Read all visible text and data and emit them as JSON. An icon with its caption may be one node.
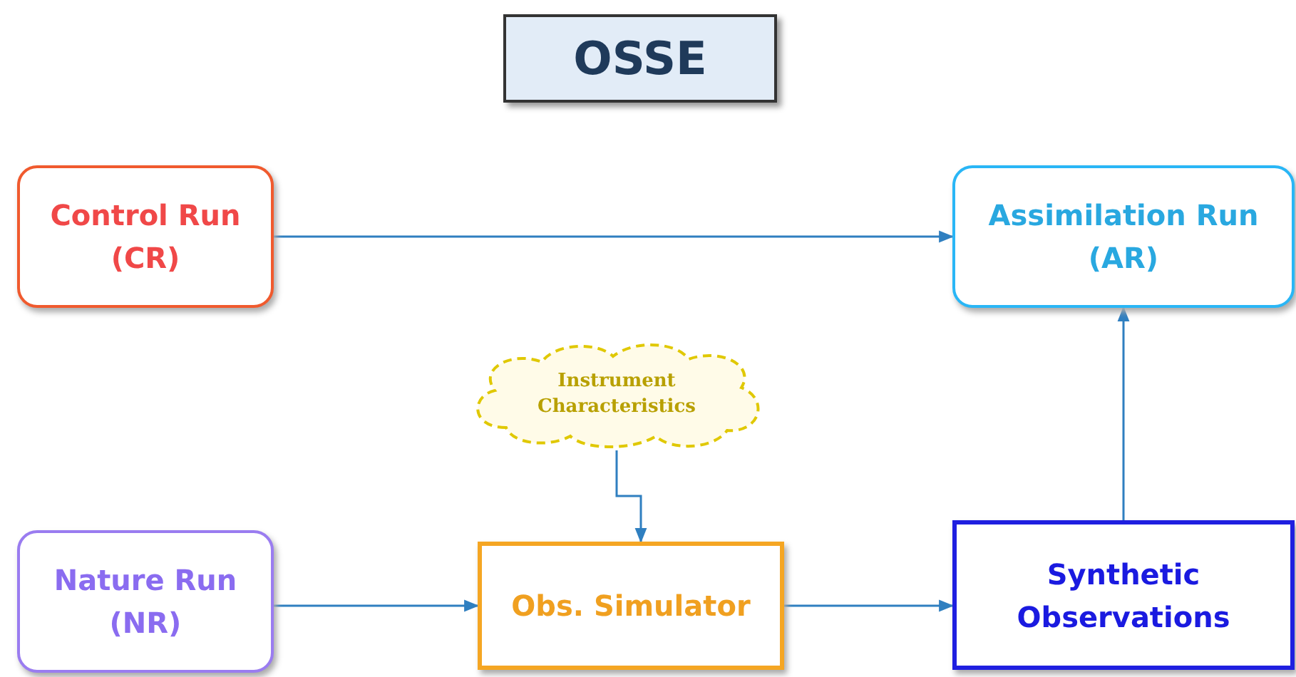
{
  "diagram": {
    "title": "OSSE",
    "nodes": [
      {
        "text": [
          "Control Run (CR)"
        ]
      },
      {
        "text": [
          "Assimilation Run (AR)"
        ]
      },
      {
        "text": [
          "Instrument Characteristics"
        ]
      },
      {
        "text": [
          "Nature Run (NR)"
        ]
      },
      {
        "text": [
          "Obs. Simulator"
        ]
      },
      {
        "text": [
          "Synthetic Observations"
        ]
      }
    ],
    "edges": [
      {
        "from": 0,
        "to": 1,
        "arrow": "to"
      },
      {
        "from": 2,
        "to": 4,
        "arrow": "to"
      },
      {
        "from": 3,
        "to": 4,
        "arrow": "to"
      },
      {
        "from": 4,
        "to": 5,
        "arrow": "to"
      },
      {
        "from": 5,
        "to": 1,
        "arrow": "to"
      }
    ]
  }
}
